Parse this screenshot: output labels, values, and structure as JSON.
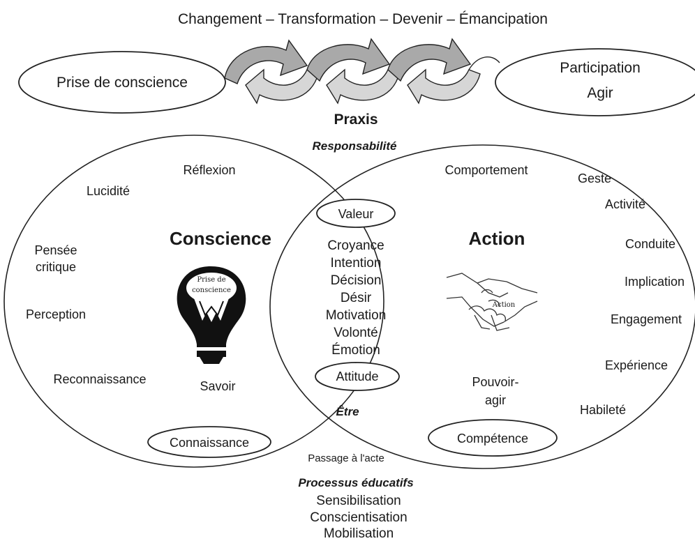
{
  "title": "Changement – Transformation – Devenir – Émancipation",
  "top_left_oval": "Prise de conscience",
  "top_right_oval": {
    "line1": "Participation",
    "line2": "Agir"
  },
  "center_top": {
    "praxis": "Praxis",
    "responsabilite": "Responsabilité"
  },
  "left_circle": {
    "heading": "Conscience",
    "words": {
      "reflexion": "Réflexion",
      "lucidite": "Lucidité",
      "pensee1": "Pensée",
      "pensee2": "critique",
      "perception": "Perception",
      "reconnaissance": "Reconnaissance",
      "savoir": "Savoir"
    },
    "bulb_label1": "Prise de",
    "bulb_label2": "conscience",
    "bottom_oval": "Connaissance"
  },
  "right_circle": {
    "heading": "Action",
    "words": {
      "comportement": "Comportement",
      "geste": "Geste",
      "activite": "Activité",
      "conduite": "Conduite",
      "implication": "Implication",
      "engagement": "Engagement",
      "experience": "Expérience",
      "habilete": "Habileté",
      "pouvoir1": "Pouvoir-",
      "pouvoir2": "agir"
    },
    "hands_label": "Action",
    "bottom_oval": "Compétence"
  },
  "intersection": {
    "top_oval": "Valeur",
    "items": [
      "Croyance",
      "Intention",
      "Décision",
      "Désir",
      "Motivation",
      "Volonté",
      "Émotion"
    ],
    "bottom_oval": "Attitude",
    "etre": "Être"
  },
  "bottom": {
    "passage": "Passage à l'acte",
    "heading": "Processus éducatifs",
    "items": [
      "Sensibilisation",
      "Conscientisation",
      "Mobilisation"
    ]
  },
  "colors": {
    "ink": "#222222",
    "arrow_fill": "#a9a9a9",
    "background": "#ffffff"
  }
}
